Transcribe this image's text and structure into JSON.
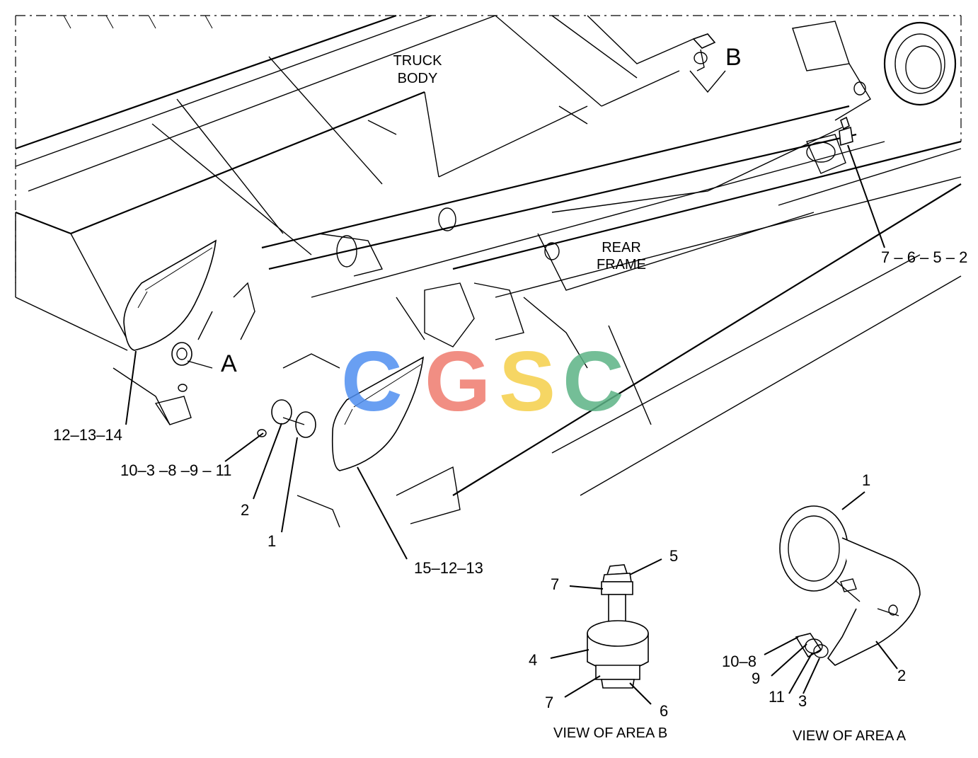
{
  "labels": {
    "truck_body_line1": "TRUCK",
    "truck_body_line2": "BODY",
    "rear_frame_line1": "REAR",
    "rear_frame_line2": "FRAME",
    "area_a": "A",
    "area_b": "B"
  },
  "callouts": {
    "c_7_6_5_2": "7 – 6 – 5 – 2",
    "c_12_13_14": "12–13–14",
    "c_10_3_8_9_11": "10–3 –8 –9 – 11",
    "c_2": "2",
    "c_1": "1",
    "c_15_12_13": "15–12–13",
    "vb_5": "5",
    "vb_7_top": "7",
    "vb_4": "4",
    "vb_7_bottom": "7",
    "vb_6": "6",
    "va_1": "1",
    "va_10_8": "10–8",
    "va_9": "9",
    "va_11": "11",
    "va_3": "3",
    "va_2": "2"
  },
  "views": {
    "view_b": "VIEW OF AREA B",
    "view_a": "VIEW OF AREA A"
  },
  "watermark": {
    "letters": [
      "C",
      "G",
      "S",
      "C"
    ],
    "colors": [
      "#4f8ff0",
      "#ef7b6e",
      "#f5cf4a",
      "#5cb386"
    ]
  }
}
